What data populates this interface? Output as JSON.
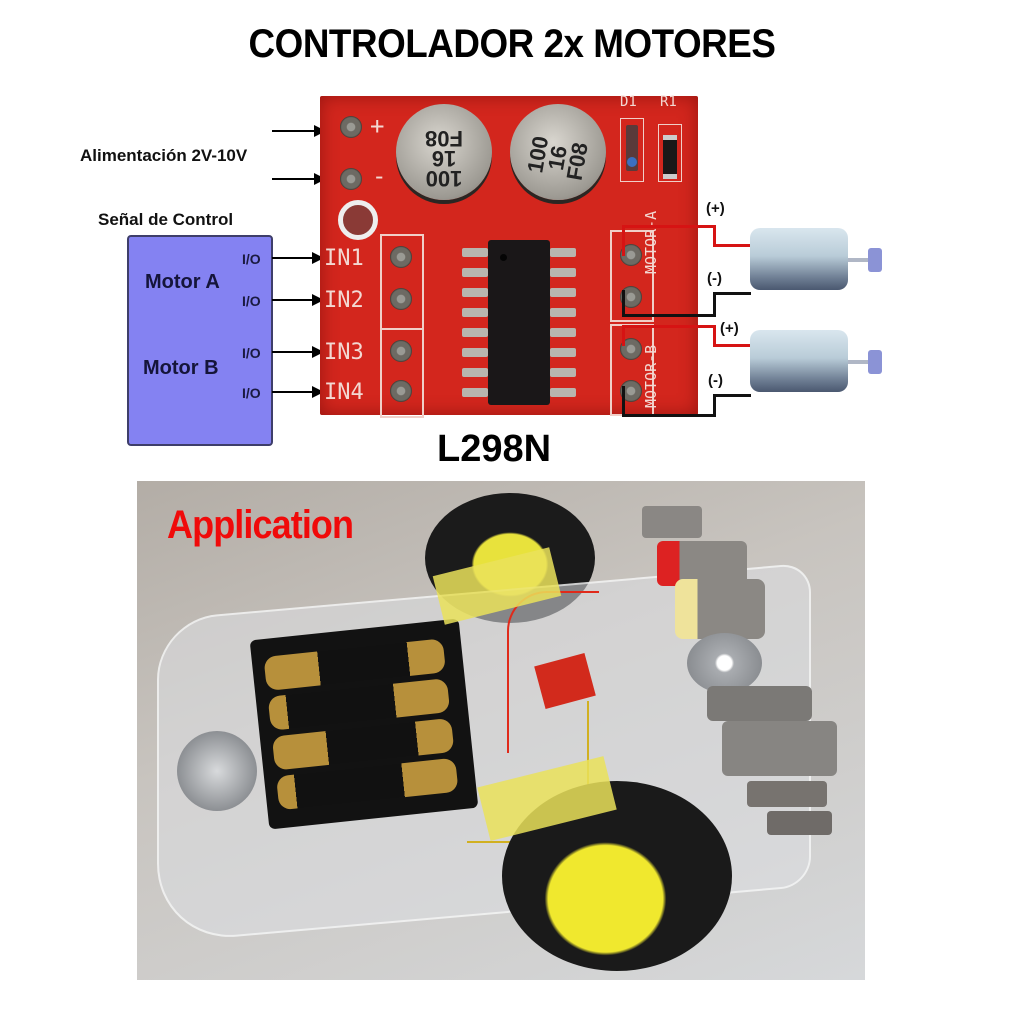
{
  "header": {
    "title": "CONTROLADOR 2x MOTORES"
  },
  "power": {
    "label": "Alimentación 2V-10V",
    "plus": "+",
    "minus": "-"
  },
  "control": {
    "title": "Señal de Control",
    "motor_a": "Motor A",
    "motor_b": "Motor B",
    "io_labels": [
      "I/O",
      "I/O",
      "I/O",
      "I/O"
    ],
    "box_color": "#8482f2"
  },
  "board": {
    "color": "#d3261d",
    "inputs": [
      "IN1",
      "IN2",
      "IN3",
      "IN4"
    ],
    "outputs": [
      "MOTOR-A",
      "MOTOR-B"
    ],
    "components": [
      "D1",
      "R1"
    ],
    "capacitor_1": {
      "line1": "100",
      "line2": "16",
      "line3": "F08"
    },
    "capacitor_2": {
      "line1": "100",
      "line2": "16",
      "line3": "F08"
    },
    "chip_name": "L298N"
  },
  "motors": {
    "a_plus": "(+)",
    "a_minus": "(-)",
    "b_plus": "(+)",
    "b_minus": "(-)",
    "wire_positive_color": "#d61313",
    "wire_negative_color": "#111111"
  },
  "photo": {
    "title": "Application",
    "title_color": "#f00a0a"
  }
}
